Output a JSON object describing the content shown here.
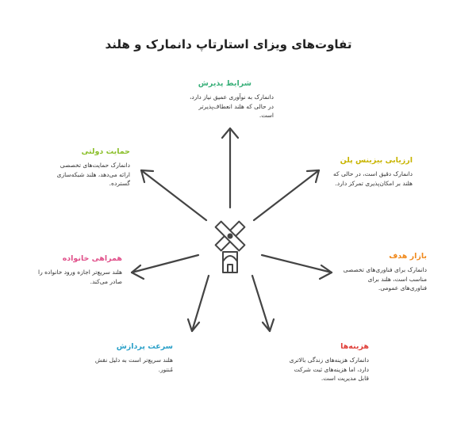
{
  "title": "تفاوت‌های ویزای استارتاپ دانمارک و هلند",
  "items": [
    {
      "key": "acceptance",
      "heading": "شرایط پذیرش",
      "body": "دانمارک به نوآوری عمیق نیاز دارد، در حالی که هلند انعطاف‌پذیرتر است.",
      "color": "#3ab07a"
    },
    {
      "key": "business-plan",
      "heading": "ارزیابی بیزینس پلن",
      "body": "دانمارک دقیق است، در حالی که هلند بر امکان‌پذیری تمرکز دارد.",
      "color": "#c8b400"
    },
    {
      "key": "target-market",
      "heading": "بازار هدف",
      "body": "دانمارک برای فناوری‌های تخصصی مناسب است، هلند برای فناوری‌های عمومی.",
      "color": "#f08a1e"
    },
    {
      "key": "costs",
      "heading": "هزینه‌ها",
      "body": "دانمارک هزینه‌های زندگی بالاتری دارد، اما هزینه‌های ثبت شرکت قابل مدیریت است.",
      "color": "#e0403a"
    },
    {
      "key": "processing-speed",
      "heading": "سرعت پردازش",
      "body": "هلند سریع‌تر است به دلیل نقش مُنتور.",
      "color": "#2aa0c8"
    },
    {
      "key": "family",
      "heading": "همراهی خانواده",
      "body": "هلند سریع‌تر اجازه ورود خانواده را صادر می‌کند.",
      "color": "#e0508a"
    },
    {
      "key": "government-support",
      "heading": "حمایت دولتی",
      "body": "دانمارک حمایت‌های تخصصی ارائه می‌دهد، هلند شبکه‌سازی گسترده.",
      "color": "#8bbf2a"
    }
  ]
}
